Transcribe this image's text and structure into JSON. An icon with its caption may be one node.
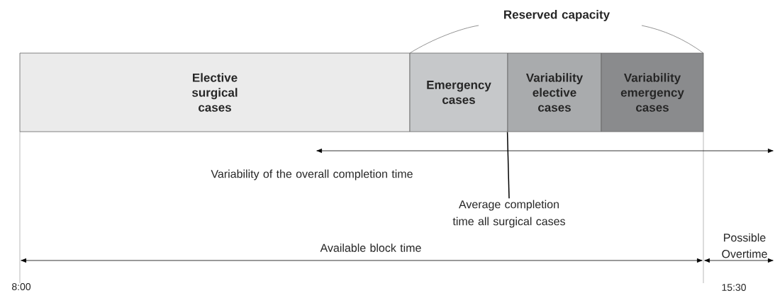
{
  "diagram": {
    "nodes": [
      {
        "text": [
          "Elective surgical cases"
        ]
      },
      {
        "text": [
          "Emergency cases"
        ]
      },
      {
        "text": [
          "Variability elective cases"
        ]
      },
      {
        "text": [
          "Variability emergency cases"
        ]
      },
      {
        "text": [
          "Average completion time all surgical cases"
        ]
      }
    ],
    "edges": [
      {
        "from": 4,
        "to": 2,
        "arrow": "none"
      }
    ],
    "labels": [
      "Reserved capacity",
      "Variability of the overall completion time",
      "Available block time",
      "Possible Overtime",
      "8:00",
      "15:30"
    ]
  }
}
